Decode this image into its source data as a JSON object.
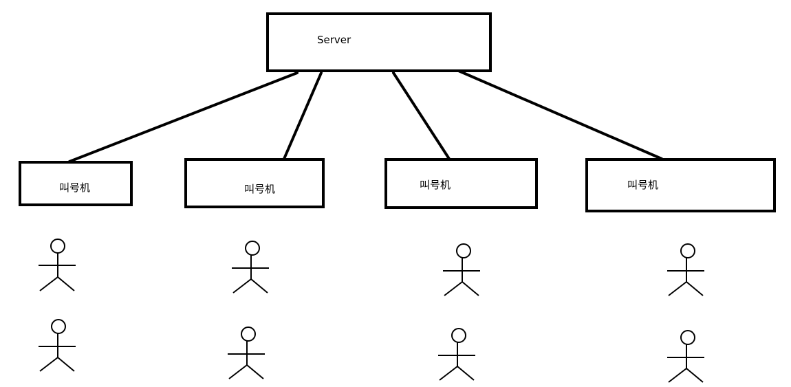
{
  "diagram": {
    "server": {
      "label": "Server"
    },
    "clients": [
      {
        "label": "叫号机"
      },
      {
        "label": "叫号机"
      },
      {
        "label": "叫号机"
      },
      {
        "label": "叫号机"
      }
    ],
    "person_icon": "stick-figure-person-icon",
    "line_color": "#000000"
  }
}
